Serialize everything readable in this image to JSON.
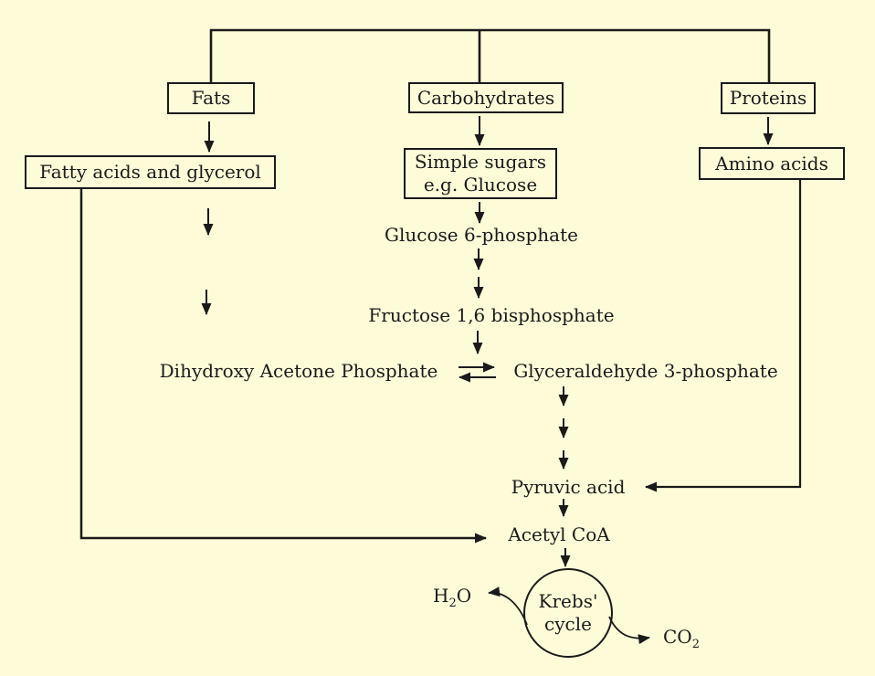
{
  "diagram": {
    "description": "Flowchart of metabolism: fats, carbohydrates and proteins broken down into the Krebs cycle",
    "boxes": {
      "fats": "Fats",
      "carbohydrates": "Carbohydrates",
      "proteins": "Proteins",
      "fatty_acids_glycerol": "Fatty acids and glycerol",
      "simple_sugars_line1": "Simple sugars",
      "simple_sugars_line2": "e.g. Glucose",
      "amino_acids": "Amino acids"
    },
    "labels": {
      "glucose_6_phosphate": "Glucose 6-phosphate",
      "fructose_16_bisphosphate": "Fructose 1,6 bisphosphate",
      "dihydroxy_acetone_phosphate": "Dihydroxy Acetone Phosphate",
      "glyceraldehyde_3_phosphate": "Glyceraldehyde 3-phosphate",
      "pyruvic_acid": "Pyruvic acid",
      "acetyl_coa": "Acetyl CoA",
      "krebs_line1": "Krebs'",
      "krebs_line2": "cycle",
      "h2o": {
        "base1": "H",
        "sub": "2",
        "base2": "O"
      },
      "co2": {
        "base": "CO",
        "sub": "2"
      }
    },
    "colors": {
      "background": "#FEFCD8",
      "ink": "#1A1A1A"
    }
  }
}
